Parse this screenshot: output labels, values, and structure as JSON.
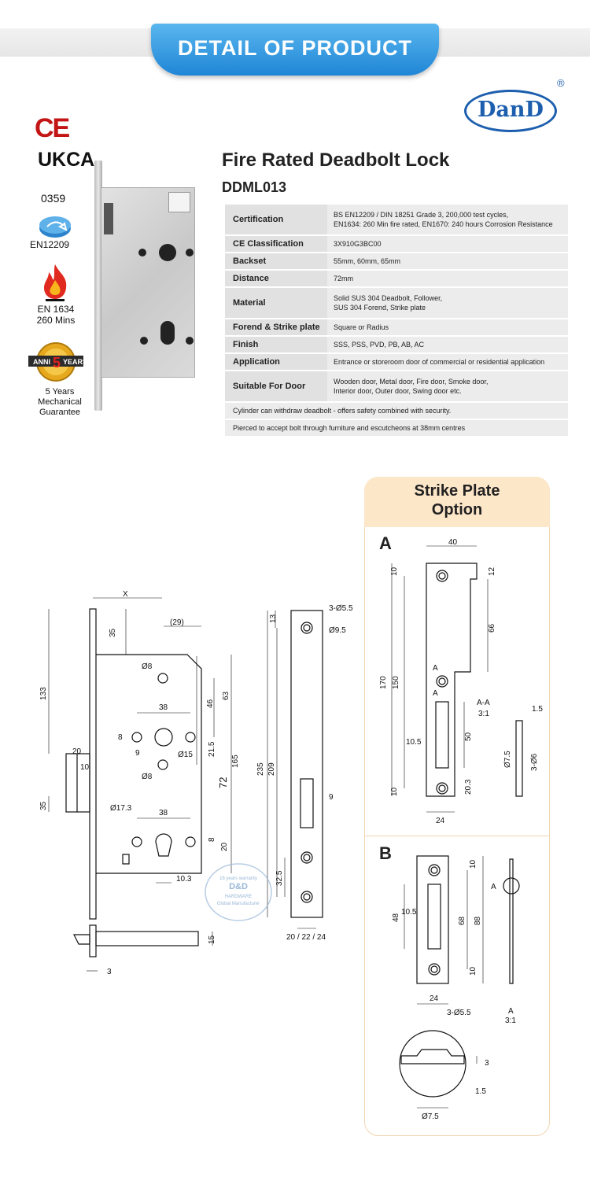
{
  "header": {
    "title": "DETAIL OF PRODUCT"
  },
  "brand": {
    "logo_text": "DanD",
    "registered": "®"
  },
  "certifications": {
    "ce": "CE",
    "ukca": "UKCA",
    "ukca_number": "0359",
    "en12209": "EN12209",
    "en1634": [
      "EN 1634",
      "260 Mins"
    ],
    "guarantee_badge": [
      "ANNI",
      "5",
      "YEARS"
    ],
    "guarantee": [
      "5 Years",
      "Mechanical",
      "Guarantee"
    ]
  },
  "product": {
    "title": "Fire Rated Deadbolt Lock",
    "model": "DDML013",
    "specs": [
      {
        "label": "Certification",
        "value": [
          "BS EN12209 / DIN 18251 Grade 3, 200,000 test cycles,",
          "EN1634: 260 Min fire rated, EN1670: 240 hours Corrosion Resistance"
        ]
      },
      {
        "label": "CE Classification",
        "value": [
          "3X910G3BC00"
        ]
      },
      {
        "label": "Backset",
        "value": [
          "55mm, 60mm, 65mm"
        ]
      },
      {
        "label": "Distance",
        "value": [
          "72mm"
        ]
      },
      {
        "label": "Material",
        "value": [
          "Solid SUS 304 Deadbolt, Follower,",
          "SUS 304 Forend, Strike plate"
        ]
      },
      {
        "label": "Forend & Strike plate",
        "value": [
          "Square or Radius"
        ]
      },
      {
        "label": "Finish",
        "value": [
          "SSS, PSS, PVD, PB, AB, AC"
        ]
      },
      {
        "label": "Application",
        "value": [
          "Entrance or storeroom door of commercial or residential application"
        ]
      },
      {
        "label": "Suitable For Door",
        "value": [
          "Wooden door, Metal door, Fire door, Smoke door,",
          "Interior door, Outer door, Swing door etc."
        ]
      }
    ],
    "notes": [
      "Cylinder can withdraw deadbolt - offers safety combined with security.",
      "Pierced to accept bolt through furniture and escutcheons at 38mm centres"
    ]
  },
  "watermark": {
    "line1": "D&D",
    "line2": "HARDWARE",
    "line3": "Global Manufacturer",
    "line4": "16 years warranty"
  },
  "drawing": {
    "labels": {
      "x": "X",
      "d35a": "35",
      "d29": "(29)",
      "d8": "Ø8",
      "d133": "133",
      "d46": "46",
      "d63": "63",
      "d38a": "38",
      "d8b": "8",
      "d9": "9",
      "d15": "Ø15",
      "d21": "21.5",
      "d72": "72",
      "d165": "165",
      "d8c": "Ø8",
      "d20": "20",
      "d10": "10",
      "d35b": "35",
      "d17": "Ø17.3",
      "d38b": "38",
      "d8d": "8",
      "d20b": "20",
      "d10_3": "10.3",
      "d3": "3",
      "d15b": "15",
      "f_holes": "3-Ø5.5",
      "f_95": "Ø9.5",
      "f13": "13",
      "f235": "235",
      "f209": "209",
      "f9": "9",
      "f32": "32.5",
      "f_widths": "20 / 22 / 24"
    }
  },
  "strike_plate": {
    "title": [
      "Strike Plate",
      "Option"
    ],
    "a": {
      "label": "A",
      "dims": {
        "w40": "40",
        "d10a": "10",
        "d12": "12",
        "d66": "66",
        "d170": "170",
        "d150": "150",
        "a1": "A",
        "a2": "A",
        "aa": "A-A",
        "scale": "3:1",
        "d1_5": "1.5",
        "d10_5": "10.5",
        "d50": "50",
        "d7_5": "Ø7.5",
        "d3_6": "3-Ø6",
        "d10b": "10",
        "d20_3": "20.3",
        "w24": "24"
      }
    },
    "b": {
      "label": "B",
      "dims": {
        "d10a": "10",
        "a": "A",
        "d48": "48",
        "d10_5": "10.5",
        "d68": "68",
        "d88": "88",
        "d10b": "10",
        "w24": "24",
        "holes": "3-Ø5.5",
        "detail": "A",
        "scale": "3:1",
        "d3": "3",
        "d1_5": "1.5",
        "d7_5": "Ø7.5"
      }
    }
  }
}
